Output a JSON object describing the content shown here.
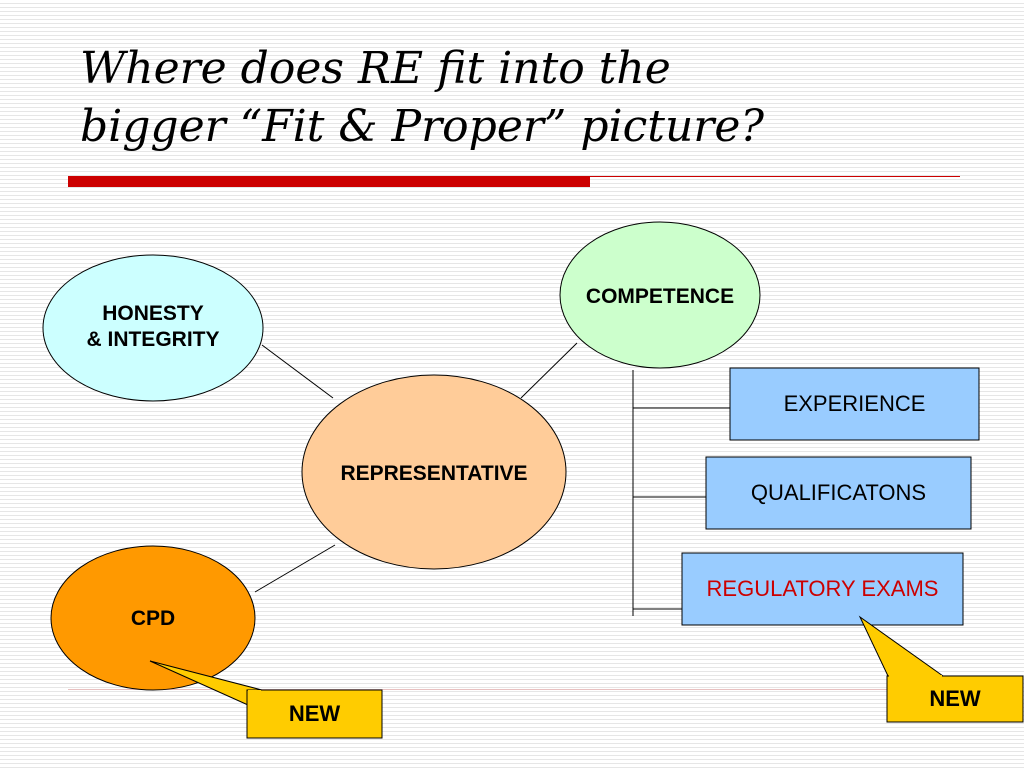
{
  "title": {
    "line1": "Where does RE fit into the",
    "line2": "bigger “Fit & Proper” picture?"
  },
  "nodes": {
    "honesty": "HONESTY\n& INTEGRITY",
    "competence": "COMPETENCE",
    "representative": "REPRESENTATIVE",
    "cpd": "CPD"
  },
  "boxes": {
    "experience": "EXPERIENCE",
    "qualifications": "QUALIFICATONS",
    "regulatory_exams": "REGULATORY EXAMS"
  },
  "callouts": {
    "cpd_new": "NEW",
    "exams_new": "NEW"
  },
  "colors": {
    "honesty_fill": "#ccffff",
    "competence_fill": "#ccffcc",
    "representative_fill": "#ffcc99",
    "cpd_fill": "#ff9900",
    "box_fill": "#99ccff",
    "callout_fill": "#ffcc00",
    "regulatory_text": "#cc0000",
    "accent_rule": "#cc0000"
  }
}
